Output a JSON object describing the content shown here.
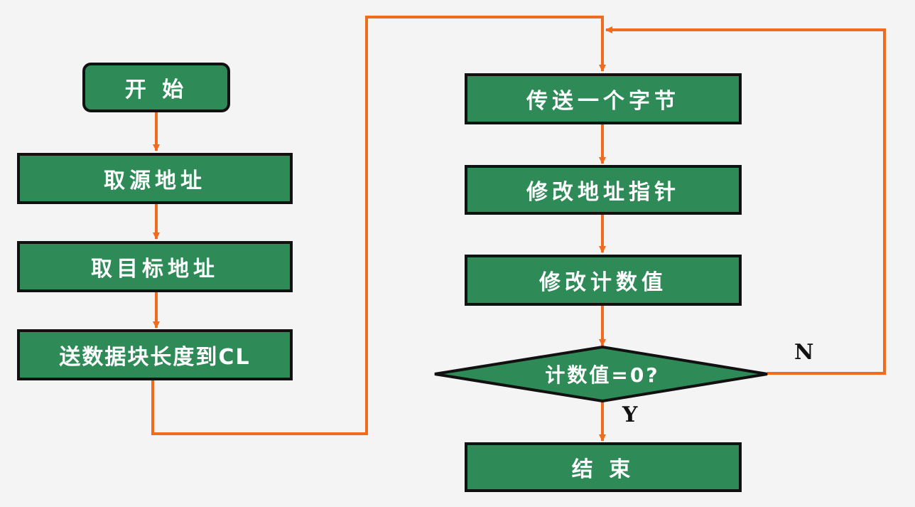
{
  "colors": {
    "box_fill": "#2e8b57",
    "box_border": "#111111",
    "arrow": "#f26a1b",
    "text": "#ffffff"
  },
  "nodes": {
    "start": "开 始",
    "get_source": "取源地址",
    "get_target": "取目标地址",
    "send_length": "送数据块长度到CL",
    "transfer_byte": "传送一个字节",
    "modify_pointer": "修改地址指针",
    "modify_count": "修改计数值",
    "check_count": "计数值=0?",
    "end": "结 束"
  },
  "branches": {
    "no": "N",
    "yes": "Y"
  }
}
